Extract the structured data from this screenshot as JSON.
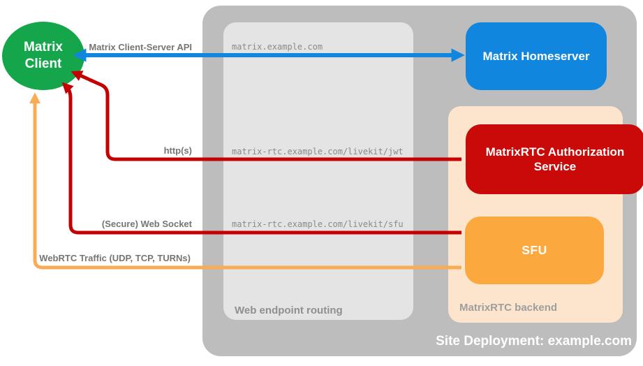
{
  "diagram": {
    "containers": {
      "site": {
        "label": "Site Deployment: example.com",
        "color": "#BDBDBD"
      },
      "routing": {
        "label": "Web endpoint routing",
        "color": "#E4E4E4"
      },
      "backend": {
        "label": "MatrixRTC backend",
        "color": "#FCE5CC"
      }
    },
    "nodes": {
      "client": {
        "label": "Matrix Client",
        "color": "#15A64C"
      },
      "homeserver": {
        "label": "Matrix Homeserver",
        "color": "#1186DE"
      },
      "auth_service": {
        "label": "MatrixRTC Authorization Service",
        "color": "#C90A08"
      },
      "sfu": {
        "label": "SFU",
        "color": "#FBA93F"
      }
    },
    "endpoints": [
      {
        "url": "matrix.example.com"
      },
      {
        "url": "matrix-rtc.example.com/livekit/jwt"
      },
      {
        "url": "matrix-rtc.example.com/livekit/sfu"
      }
    ],
    "arrows": [
      {
        "label": "Matrix Client-Server API",
        "from": "Matrix Client",
        "to": "Matrix Homeserver",
        "bidirectional": true,
        "color": "#1186DE"
      },
      {
        "label": "http(s)",
        "from": "MatrixRTC Authorization Service",
        "to": "Matrix Client",
        "bidirectional": false,
        "color": "#C40001"
      },
      {
        "label": "(Secure) Web Socket",
        "from": "SFU",
        "to": "Matrix Client",
        "bidirectional": false,
        "color": "#C40001"
      },
      {
        "label": "WebRTC Traffic (UDP, TCP, TURNs)",
        "from": "SFU",
        "to": "Matrix Client",
        "bidirectional": false,
        "color": "#F8AC55"
      }
    ]
  }
}
